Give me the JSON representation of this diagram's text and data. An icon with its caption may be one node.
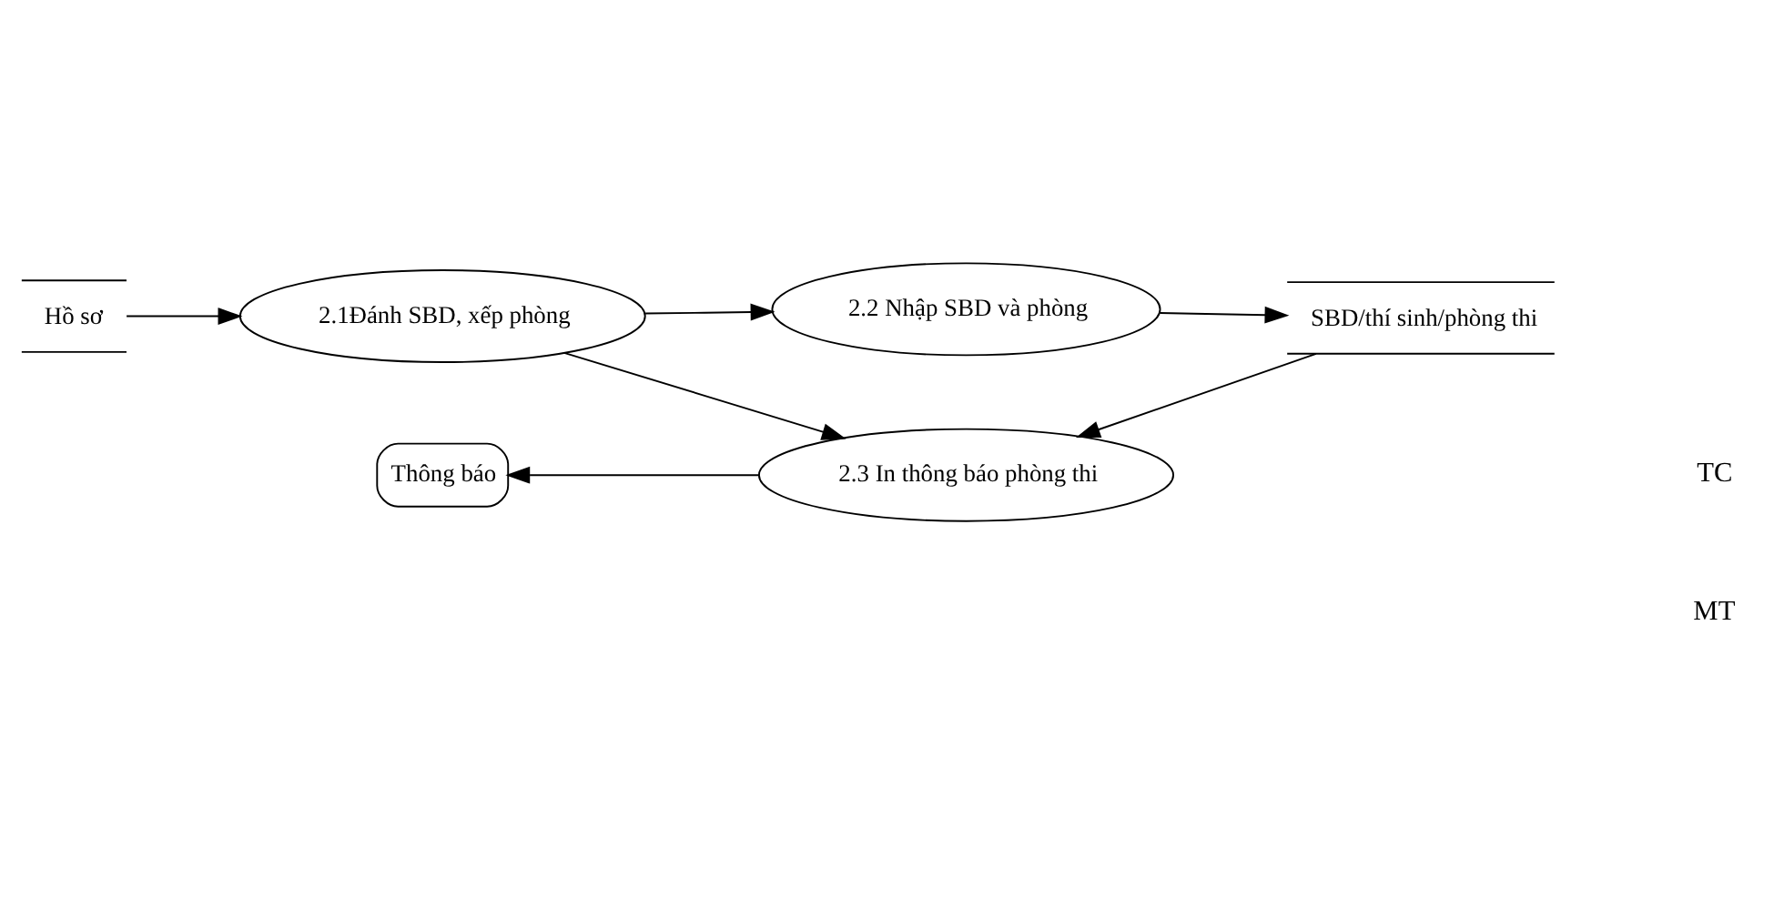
{
  "diagram": {
    "nodes": [
      {
        "text": [
          "Hồ sơ"
        ]
      },
      {
        "text": [
          "2.1Đánh SBD, xếp phòng"
        ]
      },
      {
        "text": [
          "2.2 Nhập SBD và phòng"
        ]
      },
      {
        "text": [
          "SBD/thí sinh/phòng thi"
        ]
      },
      {
        "text": [
          "2.3 In thông báo phòng thi"
        ]
      },
      {
        "text": [
          "Thông báo"
        ]
      }
    ],
    "edges": [
      {
        "from": 0,
        "to": 1,
        "arrow": "to"
      },
      {
        "from": 1,
        "to": 2,
        "arrow": "to"
      },
      {
        "from": 1,
        "to": 4,
        "arrow": "to"
      },
      {
        "from": 2,
        "to": 3,
        "arrow": "to"
      },
      {
        "from": 3,
        "to": 4,
        "arrow": "to"
      },
      {
        "from": 4,
        "to": 5,
        "arrow": "to"
      }
    ],
    "labels": [
      "TC",
      "MT"
    ]
  }
}
